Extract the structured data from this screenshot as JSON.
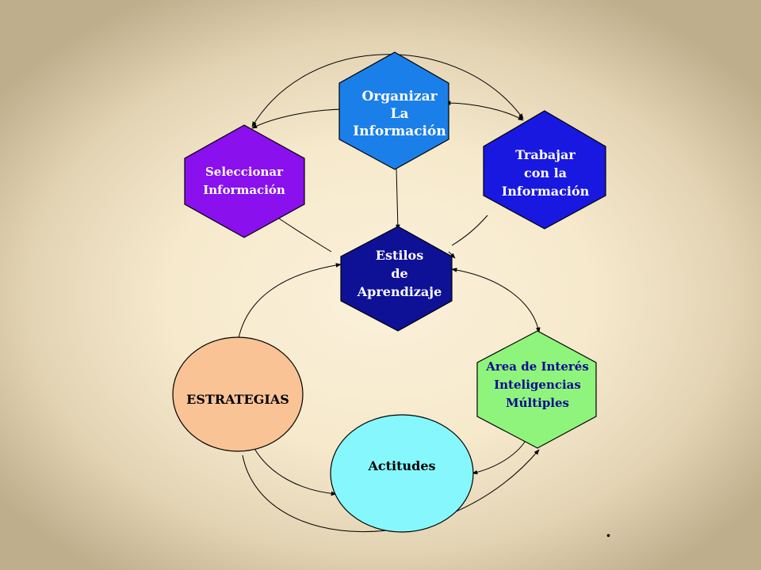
{
  "nodes": {
    "organizar": {
      "lines": [
        "Organizar",
        "La",
        "Información"
      ],
      "color": "#1b7fe9",
      "text_color": "#ffffff"
    },
    "trabajar": {
      "lines": [
        "Trabajar",
        "con la",
        "Información"
      ],
      "color": "#1818e0",
      "text_color": "#ffffff"
    },
    "seleccionar": {
      "lines": [
        "Seleccionar",
        "Información"
      ],
      "color": "#8a10ee",
      "text_color": "#ffffff"
    },
    "estilos": {
      "lines": [
        "Estilos",
        "de",
        "Aprendizaje"
      ],
      "color": "#0e1196",
      "text_color": "#ffffff"
    },
    "area": {
      "lines": [
        "Area de Interés",
        "Inteligencias",
        "Múltiples"
      ],
      "color": "#8ff47c",
      "text_color": "#0a0a90"
    },
    "estrategias": {
      "lines": [
        "ESTRATEGIAS"
      ],
      "color": "#f9c396",
      "text_color": "#000000"
    },
    "actitudes": {
      "lines": [
        "Actitudes"
      ],
      "color": "#86f8fd",
      "text_color": "#000000"
    }
  },
  "footnote": "."
}
